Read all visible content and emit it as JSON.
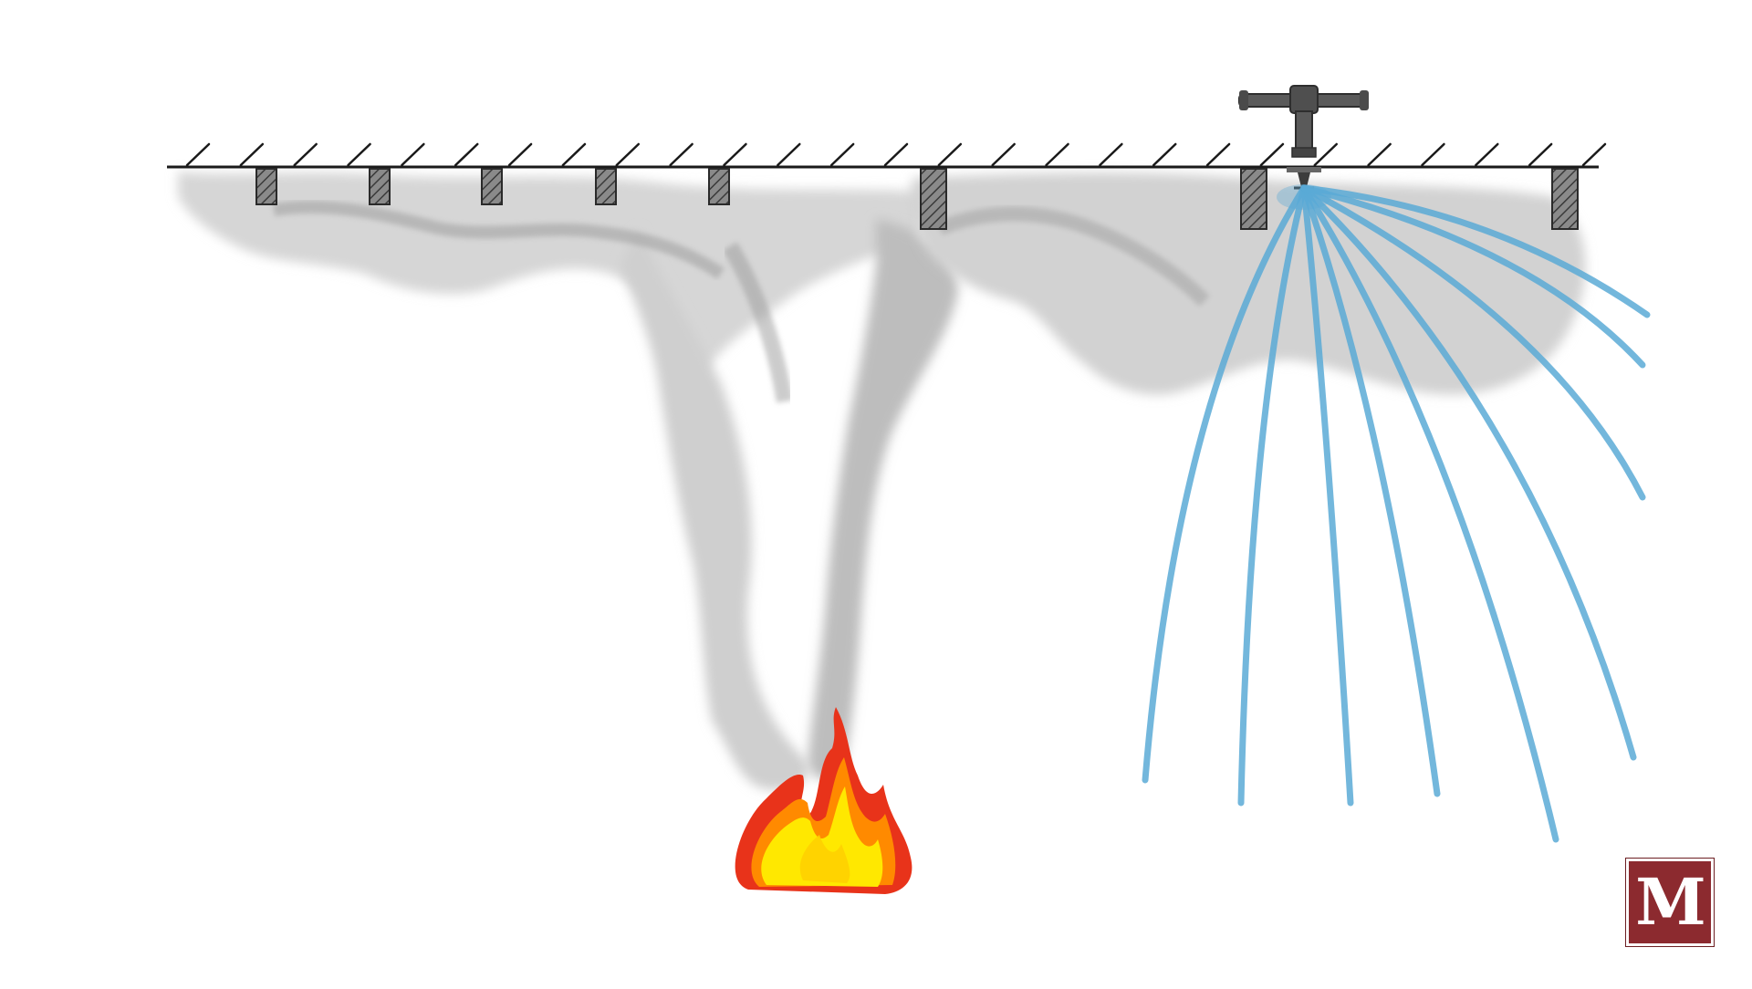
{
  "diagram": {
    "ceiling_hatch_count": 27,
    "small_beam_count": 5,
    "spray_stream_count": 9,
    "colors": {
      "ceiling_line": "#1a1a1a",
      "beam_fill": "#7a7a7a",
      "smoke_light": "#d9d9d9",
      "smoke_dark": "#a6a6a6",
      "water_spray": "#5aaad6",
      "sprinkler_pipe": "#555555",
      "flame_outer": "#e8331a",
      "flame_mid": "#ff8a00",
      "flame_inner": "#ffe800"
    }
  },
  "logo": {
    "letter": "M",
    "background": "#8c2a2f",
    "icon": "university-m-logo"
  }
}
